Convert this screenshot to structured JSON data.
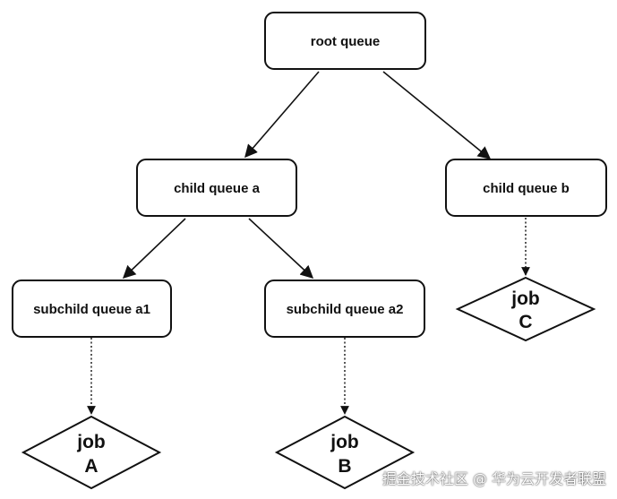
{
  "diagram": {
    "nodes": {
      "root": {
        "label": "root queue"
      },
      "child_a": {
        "label": "child queue a"
      },
      "child_b": {
        "label": "child queue b"
      },
      "subchild_a1": {
        "label": "subchild queue a1"
      },
      "subchild_a2": {
        "label": "subchild queue a2"
      },
      "job_a": {
        "line1": "job",
        "line2": "A"
      },
      "job_b": {
        "line1": "job",
        "line2": "B"
      },
      "job_c": {
        "line1": "job",
        "line2": "C"
      }
    },
    "edges": [
      {
        "from": "root",
        "to": "child_a",
        "style": "solid"
      },
      {
        "from": "root",
        "to": "child_b",
        "style": "solid"
      },
      {
        "from": "child_a",
        "to": "subchild_a1",
        "style": "solid"
      },
      {
        "from": "child_a",
        "to": "subchild_a2",
        "style": "solid"
      },
      {
        "from": "subchild_a1",
        "to": "job_a",
        "style": "dotted"
      },
      {
        "from": "subchild_a2",
        "to": "job_b",
        "style": "dotted"
      },
      {
        "from": "child_b",
        "to": "job_c",
        "style": "dotted"
      }
    ]
  },
  "watermark": {
    "text": "掘金技术社区 @ 华为云开发者联盟"
  },
  "colors": {
    "stroke": "#111111",
    "background": "#ffffff"
  }
}
